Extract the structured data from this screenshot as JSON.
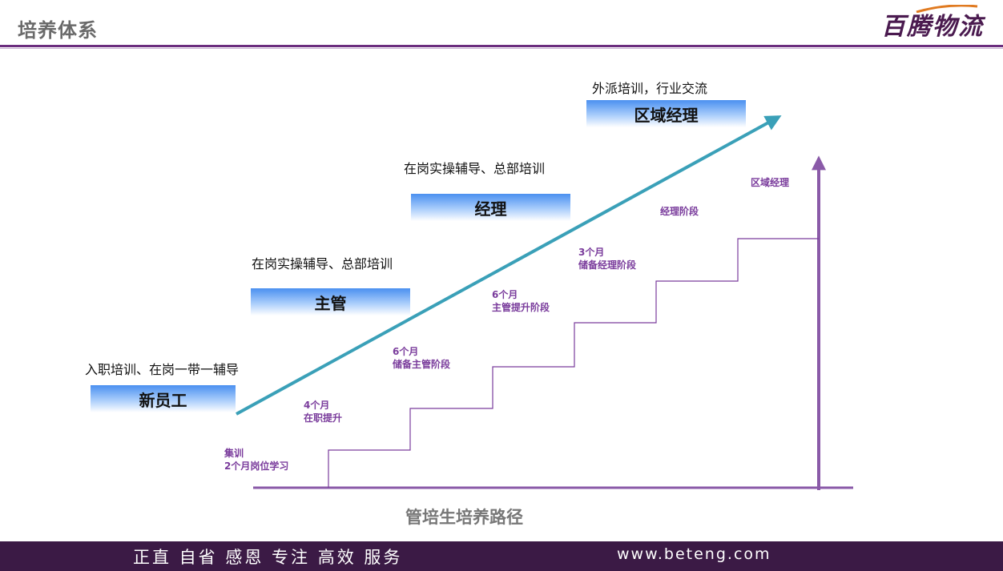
{
  "header": {
    "title": "培养体系",
    "logo_text": "百腾物流"
  },
  "roles": [
    {
      "label": "新员工",
      "caption": "入职培训、在岗一带一辅导"
    },
    {
      "label": "主管",
      "caption": "在岗实操辅导、总部培训"
    },
    {
      "label": "经理",
      "caption": "在岗实操辅导、总部培训"
    },
    {
      "label": "区域经理",
      "caption": "外派培训，行业交流"
    }
  ],
  "stages": [
    {
      "line1": "集训",
      "line2": "2个月岗位学习"
    },
    {
      "line1": "4个月",
      "line2": "在职提升"
    },
    {
      "line1": "6个月",
      "line2": "储备主管阶段"
    },
    {
      "line1": "6个月",
      "line2": "主管提升阶段"
    },
    {
      "line1": "3个月",
      "line2": "储备经理阶段"
    },
    {
      "line1": "经理阶段",
      "line2": ""
    },
    {
      "line1": "区域经理",
      "line2": ""
    }
  ],
  "path_title": "管培生培养路径",
  "footer": {
    "values": "正直  自省  感恩  专注  高效  服务",
    "website": "www.beteng.com"
  },
  "colors": {
    "brand_purple": "#6b2d7e",
    "arrow_teal": "#3aa0b8",
    "stage_purple": "#7a3c9c",
    "footer_bg": "#3b1a45"
  }
}
